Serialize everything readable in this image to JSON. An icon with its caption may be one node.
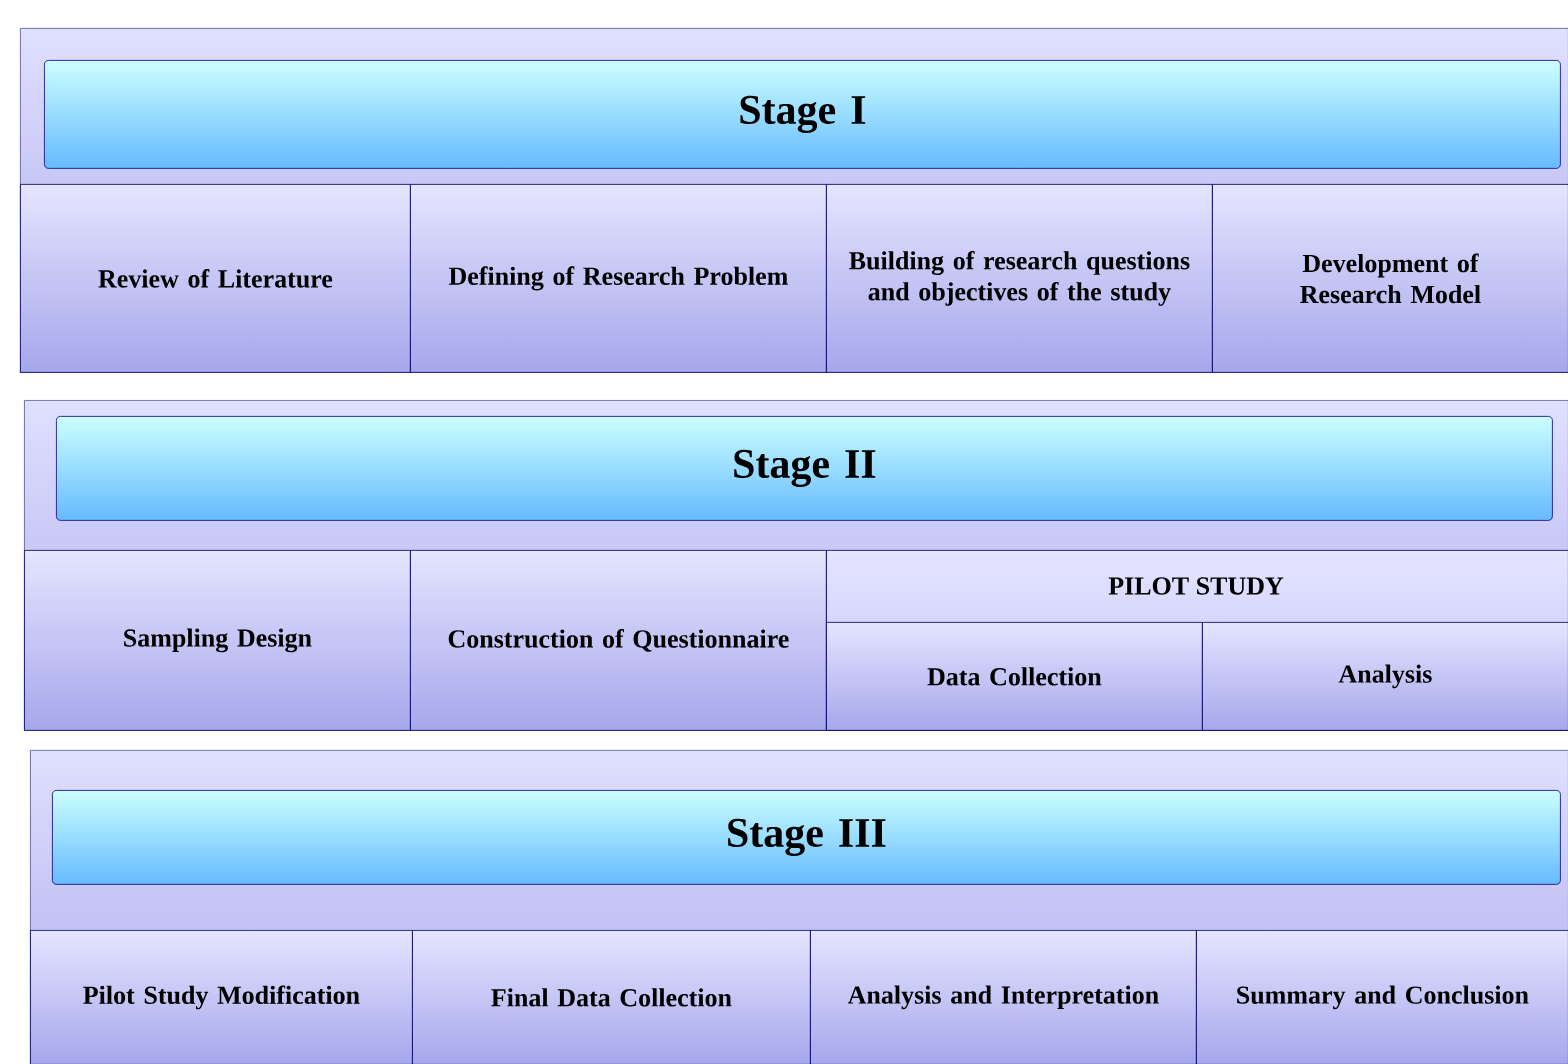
{
  "diagram": {
    "nodes": [
      {
        "text": [],
        "shape": "box"
      },
      {
        "text": [
          "Stage I"
        ],
        "in": 0
      },
      {
        "text": [
          "Review of Literature"
        ],
        "in": 0
      },
      {
        "text": [
          "Defining of Research Problem"
        ],
        "in": 0
      },
      {
        "text": [
          "Building of research questions and objectives of the study"
        ],
        "in": 0
      },
      {
        "text": [
          "Development of Research Model"
        ],
        "in": 0
      },
      {
        "text": [],
        "shape": "box"
      },
      {
        "text": [
          "Stage II"
        ],
        "in": 6
      },
      {
        "text": [
          "Sampling Design"
        ],
        "in": 6
      },
      {
        "text": [
          "Construction of Questionnaire"
        ],
        "in": 6
      },
      {
        "text": [
          "PILOT STUDY"
        ],
        "in": 6
      },
      {
        "text": [
          "Data Collection"
        ],
        "in": 10
      },
      {
        "text": [
          "Analysis"
        ],
        "in": 10
      },
      {
        "text": [],
        "shape": "box"
      },
      {
        "text": [
          "Stage III"
        ],
        "in": 13
      },
      {
        "text": [
          "Pilot Study Modification"
        ],
        "in": 13
      },
      {
        "text": [
          "Final Data Collection"
        ],
        "in": 13
      },
      {
        "text": [
          "Analysis and Interpretation"
        ],
        "in": 13
      },
      {
        "text": [
          "Summary and Conclusion"
        ],
        "in": 13
      }
    ]
  }
}
